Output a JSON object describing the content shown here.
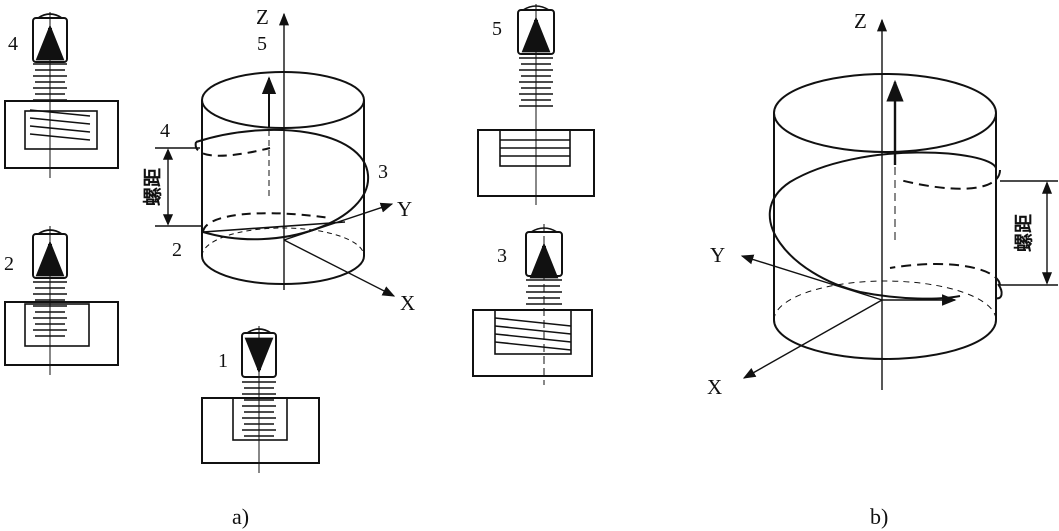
{
  "captions": {
    "a": "a)",
    "b": "b)"
  },
  "axes": {
    "z": "Z",
    "y": "Y",
    "x": "X"
  },
  "steps": {
    "s1": "1",
    "s2": "2",
    "s3": "3",
    "s4": "4",
    "s5": "5"
  },
  "pitch_label": "螺距",
  "colors": {
    "line": "#111111",
    "background": "#ffffff"
  }
}
